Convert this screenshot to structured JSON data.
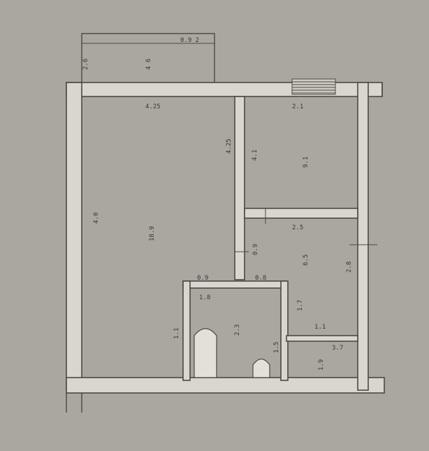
{
  "plan": {
    "labels": {
      "balcony_top": "0.9 2",
      "balcony_left": "2.6",
      "balcony_area": "4 6",
      "room_width": "4.25",
      "room_height": "4.0",
      "room_area": "18.9",
      "corr_dim": "4.25",
      "bed_left": "4.1",
      "bed_width": "2.1",
      "bed_area": "9.1",
      "bed2_area": "6.5",
      "bed2_dim": "2.5",
      "bed2_side": "2.8",
      "door1": "0.9",
      "door2": "0.9",
      "bath_w": "1.8",
      "bath_area": "2.3",
      "bath_side": "1.5",
      "wc_area": "1.9",
      "small_dim": "1.1",
      "bottom_dim": "3.7",
      "bath_left": "1.1",
      "misc_a": "1.7",
      "misc_b": "0.8"
    }
  }
}
